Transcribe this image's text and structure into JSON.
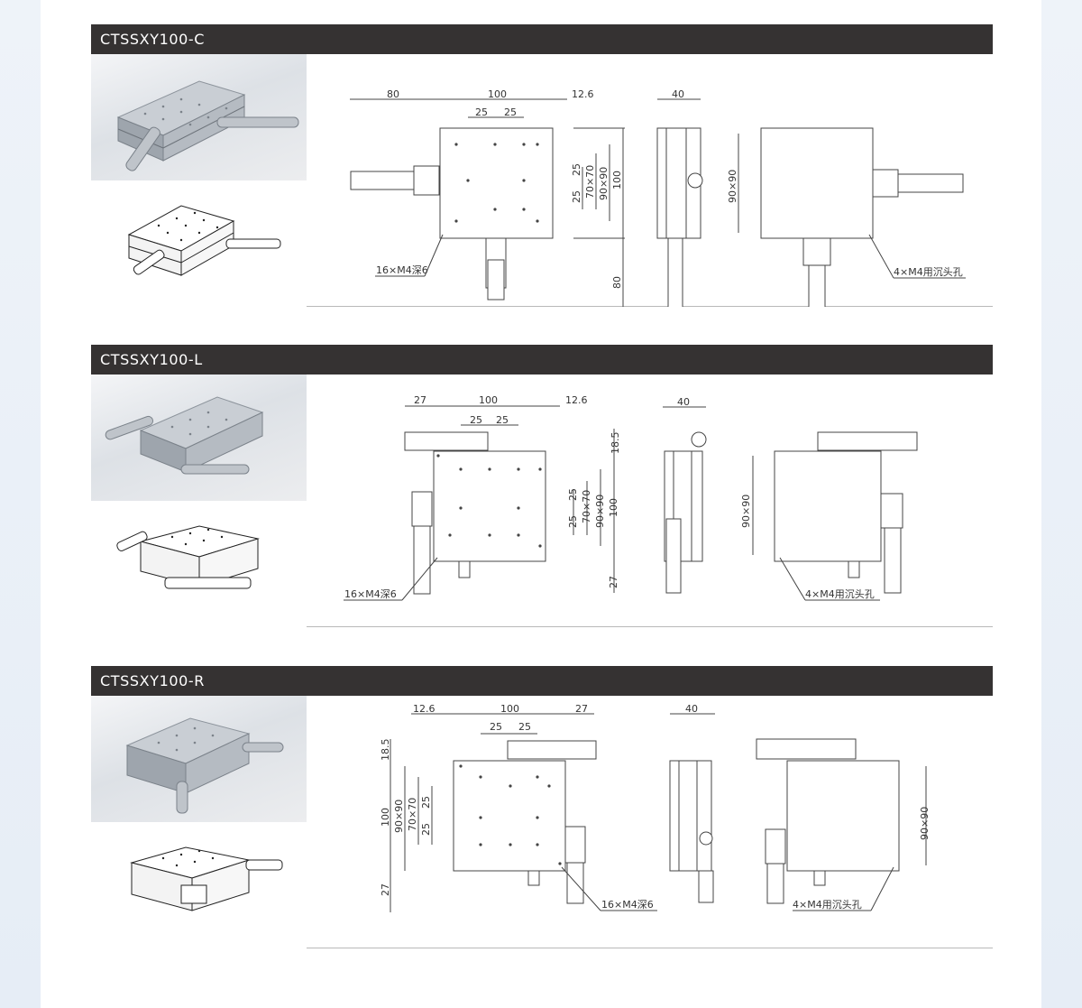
{
  "sections": [
    {
      "model": "CTSSXY100-C",
      "dims": {
        "d80": "80",
        "d100": "100",
        "d12_6": "12.6",
        "d25a": "25",
        "d25b": "25",
        "v25a": "25",
        "v25b": "25",
        "v70": "70×70",
        "v90": "90×90",
        "v100": "100",
        "v80": "80",
        "side40": "40",
        "right90": "90×90",
        "note_left": "16×M4深6",
        "note_right": "4×M4用沉头孔"
      }
    },
    {
      "model": "CTSSXY100-L",
      "dims": {
        "d27": "27",
        "d100": "100",
        "d12_6": "12.6",
        "d25a": "25",
        "d25b": "25",
        "v18_5": "18.5",
        "v25a": "25",
        "v25b": "25",
        "v70": "70×70",
        "v90": "90×90",
        "v100": "100",
        "v27": "27",
        "side40": "40",
        "right90": "90×90",
        "note_left": "16×M4深6",
        "note_right": "4×M4用沉头孔"
      }
    },
    {
      "model": "CTSSXY100-R",
      "dims": {
        "d12_6": "12.6",
        "d100": "100",
        "d27": "27",
        "d25a": "25",
        "d25b": "25",
        "v18_5": "18.5",
        "v100": "100",
        "v90": "90×90",
        "v70": "70×70",
        "v25a": "25",
        "v25b": "25",
        "v27": "27",
        "side40": "40",
        "right90": "90×90",
        "note_left": "16×M4深6",
        "note_right": "4×M4用沉头孔"
      }
    }
  ],
  "colors": {
    "header_bg": "#353232",
    "line": "#444444",
    "divider": "#b9b9b9"
  }
}
